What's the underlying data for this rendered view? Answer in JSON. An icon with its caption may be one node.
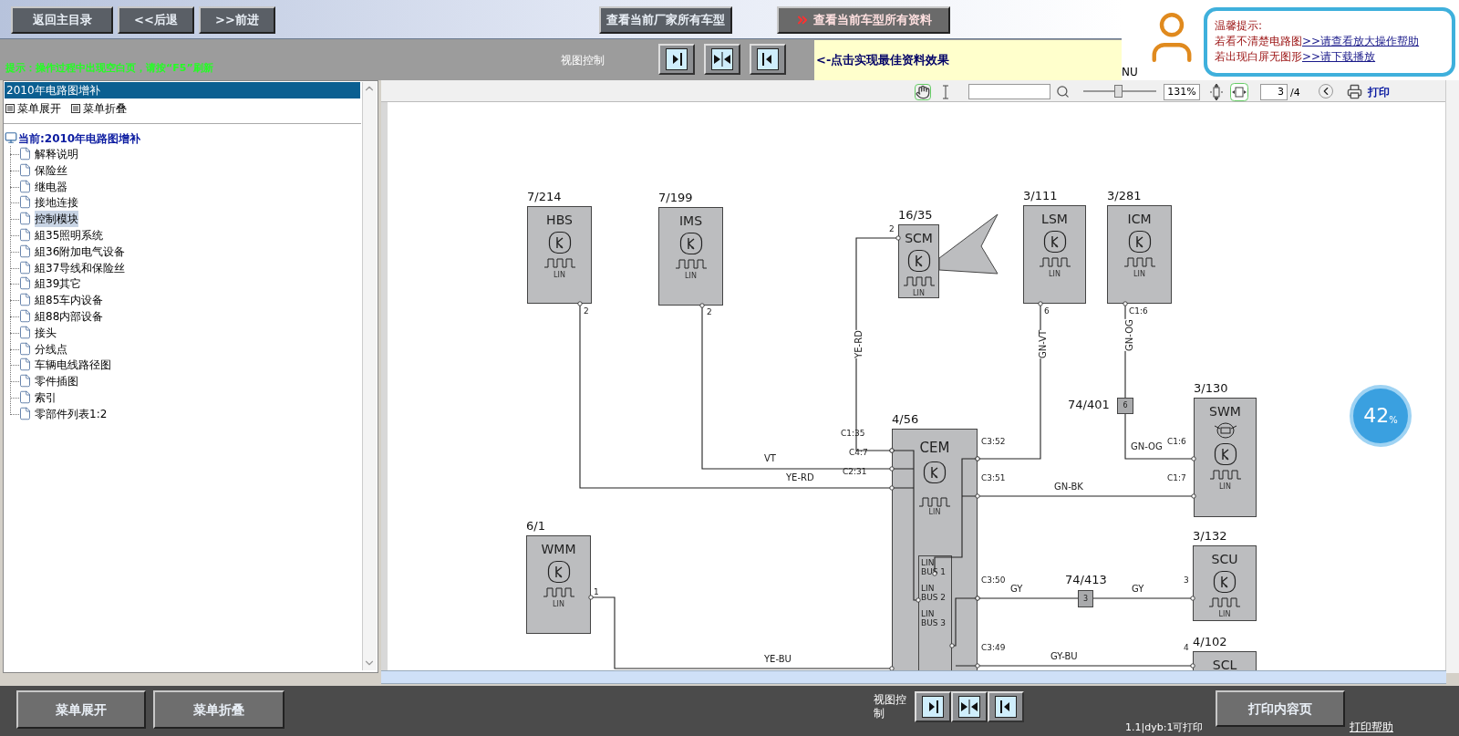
{
  "diagram": {
    "nodes": [
      {
        "text": [
          "7/214",
          "HBS",
          "LIN"
        ]
      },
      {
        "text": [
          "7/199",
          "IMS",
          "LIN"
        ]
      },
      {
        "text": [
          "16/35",
          "SCM",
          "LIN"
        ]
      },
      {
        "text": [
          "3/111",
          "LSM",
          "LIN"
        ]
      },
      {
        "text": [
          "3/281",
          "ICM",
          "LIN"
        ]
      },
      {
        "text": [
          "6"
        ],
        "beside": [
          "74/401"
        ]
      },
      {
        "text": [
          "3/130",
          "SWM",
          "LIN"
        ]
      },
      {
        "text": [
          "4/56",
          "CEM",
          "LIN"
        ]
      },
      {
        "text": [
          "LIN BUS 1",
          "LIN BUS 2",
          "LIN BUS 3"
        ],
        "in": 7
      },
      {
        "text": [
          "6/1",
          "WMM",
          "LIN"
        ]
      },
      {
        "text": [
          "3"
        ],
        "beside": [
          "74/413"
        ]
      },
      {
        "text": [
          "3/132",
          "SCU",
          "LIN"
        ]
      },
      {
        "text": [
          "4/102",
          "SCL"
        ]
      }
    ],
    "edges": [
      {
        "from": 0,
        "to": 7,
        "arrow": "other",
        "label": "YE-RD"
      },
      {
        "from": 1,
        "to": 7,
        "arrow": "other",
        "label": "VT"
      },
      {
        "from": 2,
        "to": 7,
        "arrow": "other",
        "label": "YE-RD"
      },
      {
        "from": 3,
        "to": 7,
        "arrow": "other",
        "label": "GN-VT"
      },
      {
        "from": 4,
        "to": 5,
        "arrow": "other",
        "label": "GN-OG"
      },
      {
        "from": 5,
        "to": 6,
        "arrow": "other",
        "label": "GN-OG"
      },
      {
        "from": 7,
        "to": 6,
        "arrow": "other",
        "label": "GN-BK"
      },
      {
        "from": 7,
        "to": 10,
        "arrow": "other",
        "label": "GY"
      },
      {
        "from": 10,
        "to": 11,
        "arrow": "other",
        "label": "GY"
      },
      {
        "from": 7,
        "to": 12,
        "arrow": "other",
        "label": "GY-BU"
      },
      {
        "from": 9,
        "to": 7,
        "arrow": "other",
        "label": "YE-BU"
      },
      {
        "from": 7,
        "to": 8,
        "arrow": "other"
      },
      {
        "from": 7,
        "to": 8,
        "arrow": "other"
      },
      {
        "from": 7,
        "to": 8,
        "arrow": "other"
      }
    ],
    "labels": [
      "返回主目录",
      "<<后退",
      ">>前进",
      "查看当前厂家所有车型",
      "查看当前车型所有资料",
      "提示：操作过程中出现空白页，请按“F5”刷新",
      "视图控制",
      "<-点击实现最佳资料效果",
      "NU",
      "温馨提示:",
      "若看不清楚电路图",
      ">>请查看放大操作帮助",
      "若出现白屏无图形",
      ">>请下载播放",
      "2010年电路图增补",
      "菜单展开",
      "菜单折叠",
      "当前:2010年电路图增补",
      "解释说明",
      "保险丝",
      "继电器",
      "接地连接",
      "控制模块",
      "組35照明系统",
      "組36附加电气设备",
      "組37导线和保险丝",
      "組39其它",
      "組85车内设备",
      "組88内部设备",
      "接头",
      "分线点",
      "车辆电线路径图",
      "零件插图",
      "索引",
      "零部件列表1:2",
      "131%",
      "3",
      "/4",
      "打印",
      "42",
      "%",
      "菜单展开",
      "菜单折叠",
      "视图控制",
      "1.1|dyb:1可打印",
      "打印内容页",
      "打印帮助",
      "2",
      "2",
      "2",
      "C1:35",
      "C4:7",
      "C2:31",
      "6",
      "C1:6",
      "C3:52",
      "C3:51",
      "C1:6",
      "C1:7",
      "C3:50",
      "3",
      "C3:49",
      "4",
      "1"
    ]
  }
}
